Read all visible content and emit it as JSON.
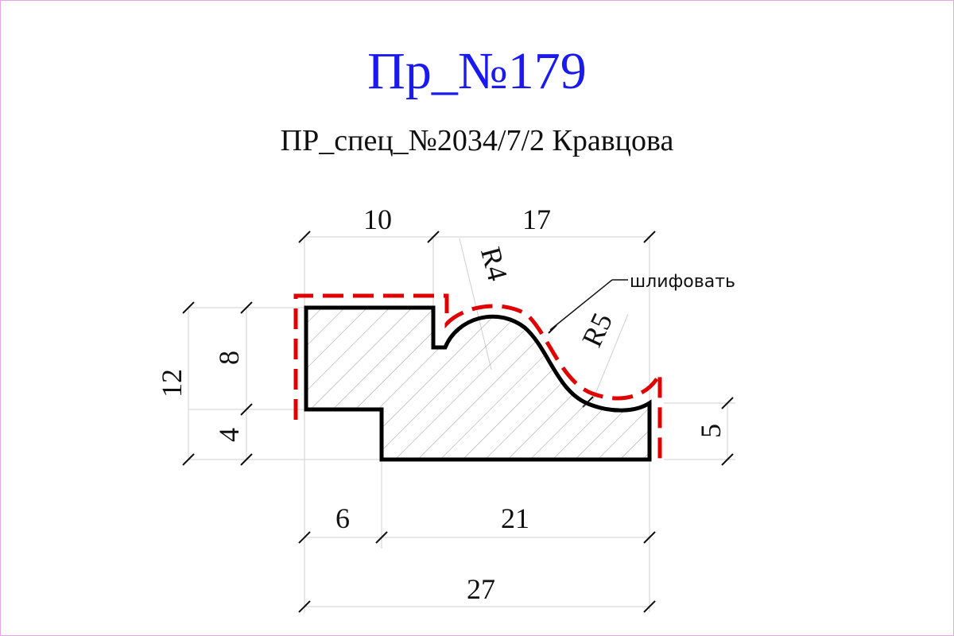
{
  "profile": {
    "title": "Пр_№179",
    "subtitle": "ПР_спец_№2034/7/2 Кравцова",
    "note": "шлифовать"
  },
  "dimensions": {
    "top_left": "10",
    "top_right": "17",
    "left_overall": "12",
    "left_upper": "8",
    "left_lower": "4",
    "right_side": "5",
    "bottom_left": "6",
    "bottom_right": "21",
    "bottom_overall": "27",
    "radius_small": "R4",
    "radius_large": "R5"
  },
  "colors": {
    "title": "#1a1aee",
    "outline": "#000000",
    "dashed_contour": "#e00000",
    "hatch": "#9a9a9a"
  }
}
